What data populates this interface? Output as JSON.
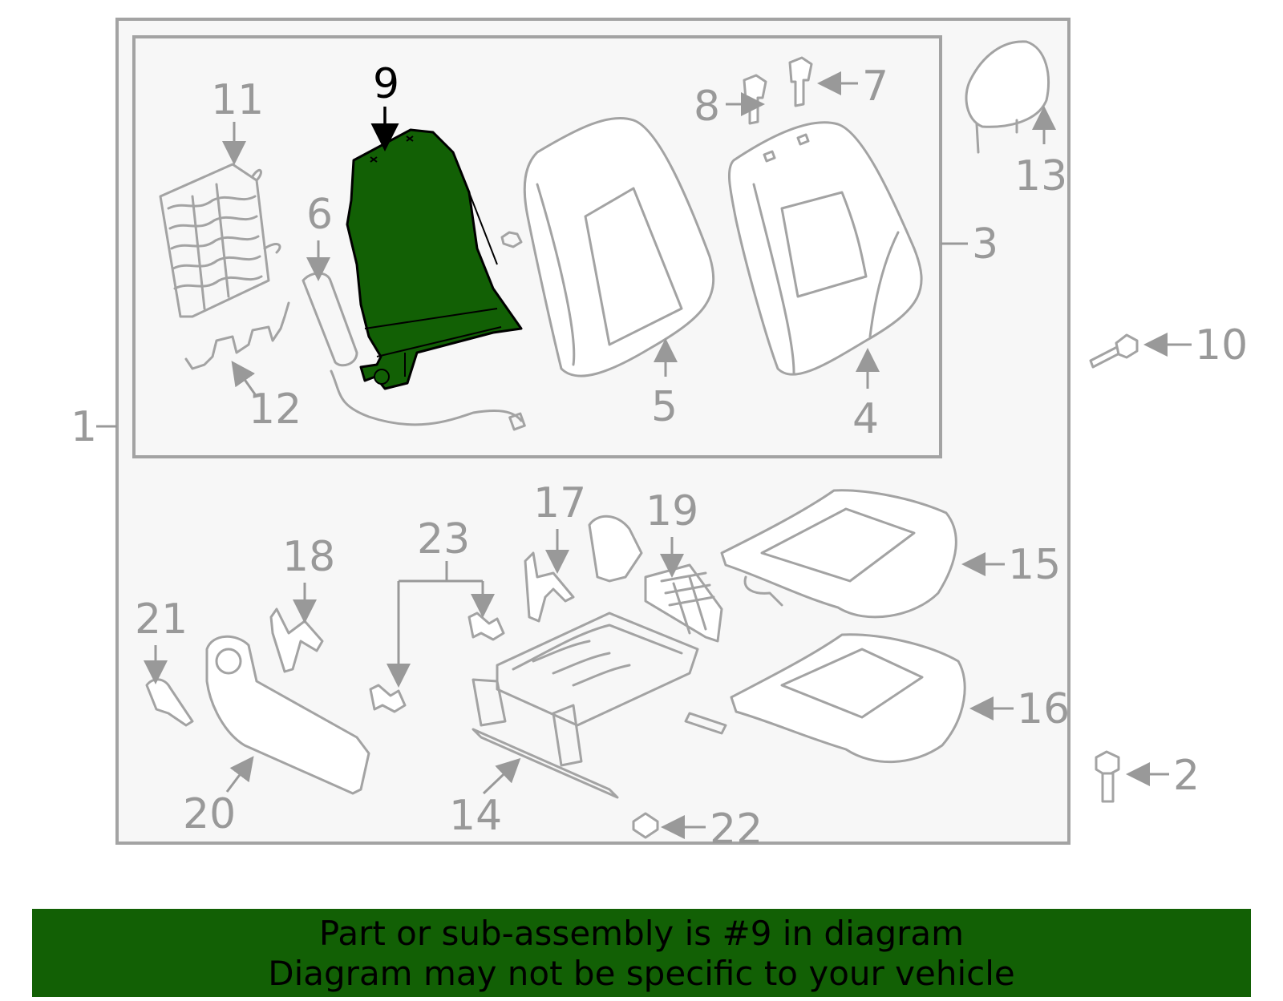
{
  "diagram": {
    "highlighted_part": "9",
    "highlight_color": "#126005",
    "line_color": "#a3a3a3",
    "label_color": "#999999",
    "labels": [
      "1",
      "2",
      "3",
      "4",
      "5",
      "6",
      "7",
      "8",
      "9",
      "10",
      "11",
      "12",
      "13",
      "14",
      "15",
      "16",
      "17",
      "18",
      "19",
      "20",
      "21",
      "22",
      "23"
    ]
  },
  "banner": {
    "line1": "Part or sub-assembly is #9 in diagram",
    "line2": "Diagram may not be specific to your vehicle",
    "background": "#126005"
  }
}
